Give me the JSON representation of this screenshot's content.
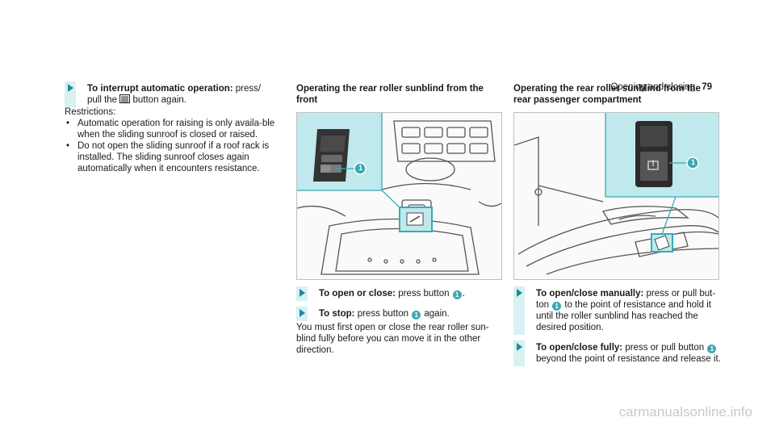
{
  "header": {
    "section": "Opening and closing",
    "page": "79"
  },
  "col1": {
    "step1_bold": "To interrupt automatic operation:",
    "step1_text1": " press/",
    "step1_text2": "pull the",
    "step1_text3": " button again.",
    "restrictions": "Restrictions:",
    "bullets": [
      "Automatic operation for raising is only availa-ble when the sliding sunroof is closed or raised.",
      "Do not open the sliding sunroof if a roof rack is installed. The sliding sunroof closes again automatically when it encounters resistance."
    ]
  },
  "col2": {
    "heading": "Operating the rear roller sunblind from the front",
    "callout": "1",
    "step1_bold": "To open or close:",
    "step1_text": " press button ",
    "step2_bold": "To stop:",
    "step2_text": " press button ",
    "step2_tail": " again.",
    "para": "You must first open or close the rear roller sun-blind fully before you can move it in the other direction."
  },
  "col3": {
    "heading": "Operating the rear roller sunblind from the rear passenger compartment",
    "callout": "1",
    "step1_bold": "To open/close manually:",
    "step1_text": " press or pull but-ton ",
    "step1_tail": " to the point of resistance and hold it until the roller sunblind has reached the desired position.",
    "step2_bold": "To open/close fully:",
    "step2_text": " press or pull button ",
    "step2_tail": " beyond the point of resistance and release it."
  },
  "watermark": "carmanualsonline.info",
  "colors": {
    "accent": "#1b8c9a",
    "highlight": "#bfe9ec",
    "bar": "#d8f1f3"
  }
}
